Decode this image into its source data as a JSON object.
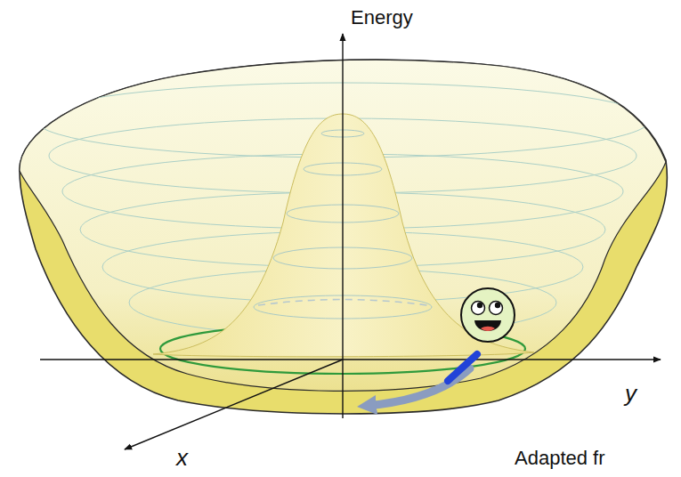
{
  "diagram": {
    "labels": [
      "Energy",
      "y",
      "x",
      "Adapted fr"
    ]
  }
}
